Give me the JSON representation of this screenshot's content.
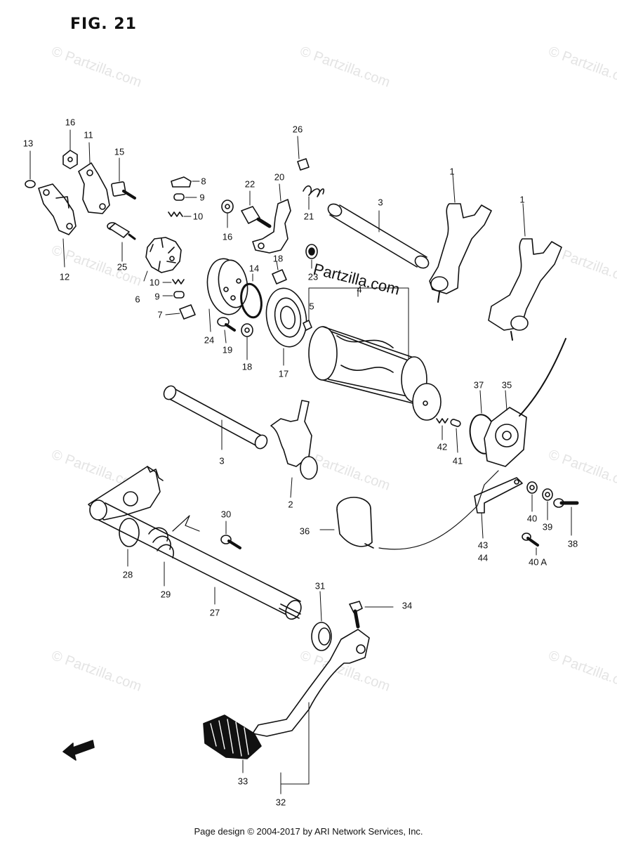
{
  "figure": {
    "title": "FIG. 21"
  },
  "watermark": {
    "text": "© Partzilla.com"
  },
  "brand_overlay": {
    "text": "Partzilla.com"
  },
  "front_marker": {
    "text": "FRONT"
  },
  "footer": {
    "text": "Page design © 2004-2017 by ARI Network Services, Inc."
  },
  "callouts": {
    "c1a": "1",
    "c1b": "1",
    "c2": "2",
    "c3a": "3",
    "c3b": "3",
    "c4": "4",
    "c5": "5",
    "c6": "6",
    "c7": "7",
    "c8": "8",
    "c9a": "9",
    "c9b": "9",
    "c10a": "10",
    "c10b": "10",
    "c11": "11",
    "c12": "12",
    "c13": "13",
    "c14": "14",
    "c15": "15",
    "c16a": "16",
    "c16b": "16",
    "c17": "17",
    "c18a": "18",
    "c18b": "18",
    "c19": "19",
    "c20": "20",
    "c21": "21",
    "c22": "22",
    "c23": "23",
    "c24": "24",
    "c25": "25",
    "c26": "26",
    "c27": "27",
    "c28": "28",
    "c29": "29",
    "c30": "30",
    "c31": "31",
    "c32": "32",
    "c33": "33",
    "c34": "34",
    "c35": "35",
    "c36": "36",
    "c37": "37",
    "c38": "38",
    "c39": "39",
    "c40": "40",
    "c40a": "40 A",
    "c41": "41",
    "c42": "42",
    "c43": "43",
    "c44": "44"
  }
}
